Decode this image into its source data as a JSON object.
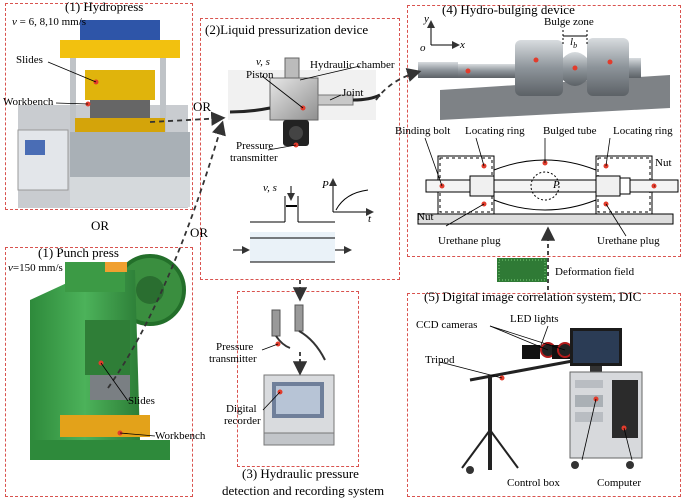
{
  "panels": {
    "hydropress": {
      "title": "(1) Hydropress",
      "speed_prefix": "v",
      "speed_value": " = 6, 8,10 mm/s",
      "labels": {
        "slides": "Slides",
        "workbench": "Workbench"
      }
    },
    "or_between": "OR",
    "punch_press": {
      "title": "(1) Punch press",
      "speed_prefix": "v",
      "speed_value": "=150 mm/s",
      "labels": {
        "slides": "Slides",
        "workbench": "Workbench"
      }
    },
    "or_arrow_top": "OR",
    "or_arrow_bottom": "OR",
    "liquid": {
      "title": "(2)Liquid pressurization device",
      "vs_label": "v, s",
      "labels": {
        "piston": "Piston",
        "hydraulic_chamber": "Hydraulic chamber",
        "joint": "Joint",
        "pressure_transmitter_1": "Pressure",
        "pressure_transmitter_2": "transmitter"
      },
      "schematic": {
        "vs": "v, s",
        "p_axis": "P",
        "t_axis": "t"
      }
    },
    "recording": {
      "title_line1": "(3) Hydraulic pressure",
      "title_line2": "detection and recording system",
      "labels": {
        "pressure_1": "Pressure",
        "pressure_2": "transmitter",
        "recorder_1": "Digital",
        "recorder_2": "recorder"
      }
    },
    "bulging": {
      "title": "(4) Hydro-bulging device",
      "axes": {
        "y": "y",
        "x": "x",
        "o": "o"
      },
      "labels": {
        "bulge_zone": "Bulge zone",
        "lb": "l",
        "lb_sub": "b",
        "binding_bolt": "Binding bolt",
        "locating_ring_left": "Locating ring",
        "bulged_tube": "Bulged tube",
        "locating_ring_right": "Locating ring",
        "nut_right": "Nut",
        "nut_left": "Nut",
        "urethane_left": "Urethane plug",
        "urethane_right": "Urethane plug",
        "pressure_p": "P"
      }
    },
    "deformation_field": "Deformation field",
    "dic": {
      "title": "(5) Digital image correlation system, DIC",
      "labels": {
        "ccd": "CCD cameras",
        "led": "LED lights",
        "tripod": "Tripod",
        "control_box": "Control box",
        "computer": "Computer"
      }
    }
  },
  "colors": {
    "panel_border": "#d9534f",
    "press_green": "#3fa04a",
    "steel": "#9ea4aa",
    "red_dot": "#e23c2c"
  }
}
